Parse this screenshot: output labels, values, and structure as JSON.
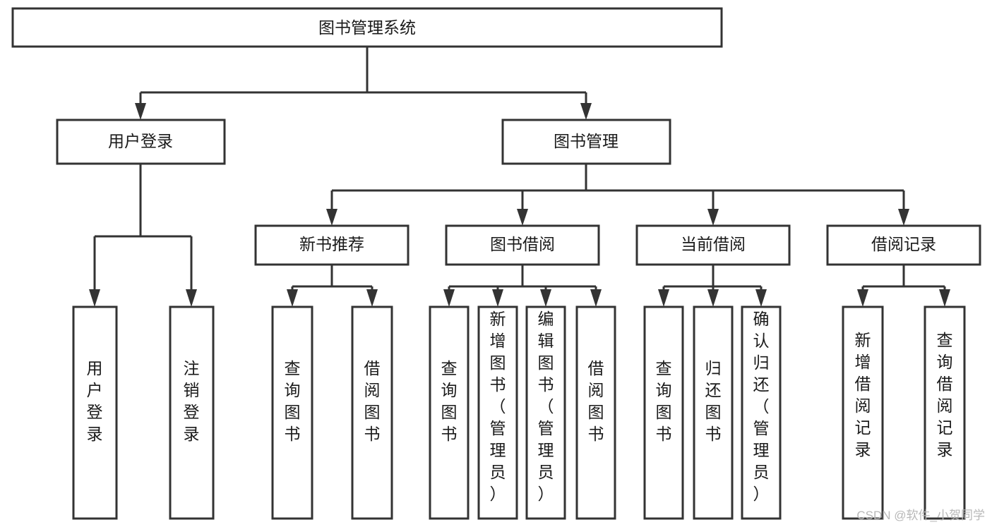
{
  "diagram": {
    "title": "图书管理系统",
    "type": "tree-hierarchy-diagram",
    "colors": {
      "stroke": "#333333",
      "fill": "#ffffff",
      "text": "#1a1a1a",
      "watermark": "#b8b8b8"
    },
    "root": {
      "label": "图书管理系统"
    },
    "level2": [
      {
        "label": "用户登录"
      },
      {
        "label": "图书管理"
      }
    ],
    "level3": [
      {
        "label": "新书推荐"
      },
      {
        "label": "图书借阅"
      },
      {
        "label": "当前借阅"
      },
      {
        "label": "借阅记录"
      }
    ],
    "leaves": {
      "user_login": [
        {
          "label": "用户登录"
        },
        {
          "label": "注销登录"
        }
      ],
      "new_book_recommend": [
        {
          "label": "查询图书"
        },
        {
          "label": "借阅图书"
        }
      ],
      "book_borrow": [
        {
          "label": "查询图书"
        },
        {
          "label": "新增图书（管理员）"
        },
        {
          "label": "编辑图书（管理员）"
        },
        {
          "label": "借阅图书"
        }
      ],
      "current_borrow": [
        {
          "label": "查询图书"
        },
        {
          "label": "归还图书"
        },
        {
          "label": "确认归还（管理员）"
        }
      ],
      "borrow_record": [
        {
          "label": "新增借阅记录"
        },
        {
          "label": "查询借阅记录"
        }
      ]
    }
  },
  "watermark": {
    "text": "CSDN @软件_小贺同学"
  }
}
